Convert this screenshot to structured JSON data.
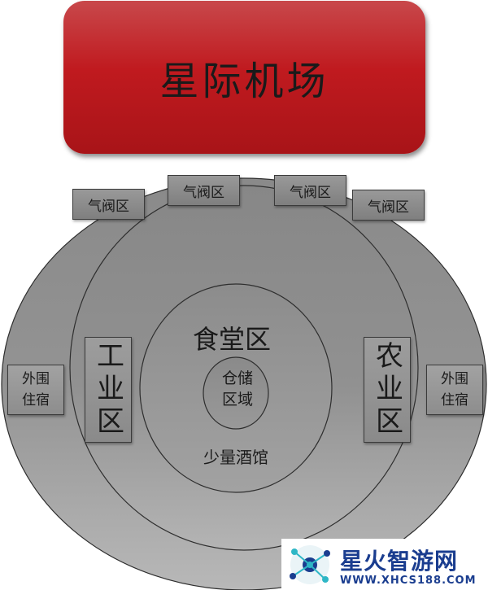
{
  "title": "星际机场",
  "zones": {
    "center": "食堂区",
    "storage_line1": "仓储",
    "storage_line2": "区域",
    "tavern": "少量酒馆",
    "industry": "工业区",
    "agriculture": "农业区"
  },
  "residences": {
    "left_line1": "外围",
    "left_line2": "住宿",
    "right_line1": "外围",
    "right_line2": "住宿"
  },
  "valves": [
    "气阀区",
    "气阀区",
    "气阀区",
    "气阀区"
  ],
  "watermark": {
    "name": "星火智游网",
    "url": "WWW.XHCS188.COM"
  },
  "colors": {
    "title_fill": "#c01a1f",
    "ring_fill": "#8e8e8e",
    "box_fill": "#8a8a8a",
    "watermark_text": "#1a3d8f"
  }
}
